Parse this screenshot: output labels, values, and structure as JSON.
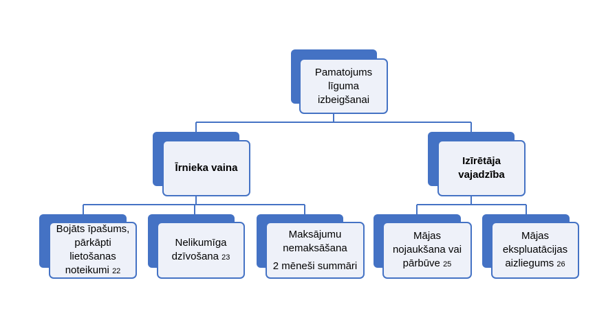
{
  "diagram": {
    "root": {
      "label": "Pamatojums līguma izbeigšanai"
    },
    "branches": [
      {
        "label": "Īrnieka vaina",
        "children": [
          {
            "label": "Bojāts īpašums, pārkāpti lietošanas noteikumi",
            "ref": "22"
          },
          {
            "label": "Nelikumīga dzīvošana",
            "ref": "23"
          },
          {
            "label": "Maksājumu nemaksāšana",
            "extra": "2 mēneši summāri"
          }
        ]
      },
      {
        "label": "Izīrētāja vajadzība",
        "children": [
          {
            "label": "Mājas nojaukšana vai pārbūve",
            "ref": "25"
          },
          {
            "label": "Mājas ekspluatācijas aizliegums",
            "ref": "26"
          }
        ]
      }
    ],
    "colors": {
      "accent": "#4472c4",
      "box_fill": "#eef1f9",
      "line": "#4472c4"
    }
  }
}
